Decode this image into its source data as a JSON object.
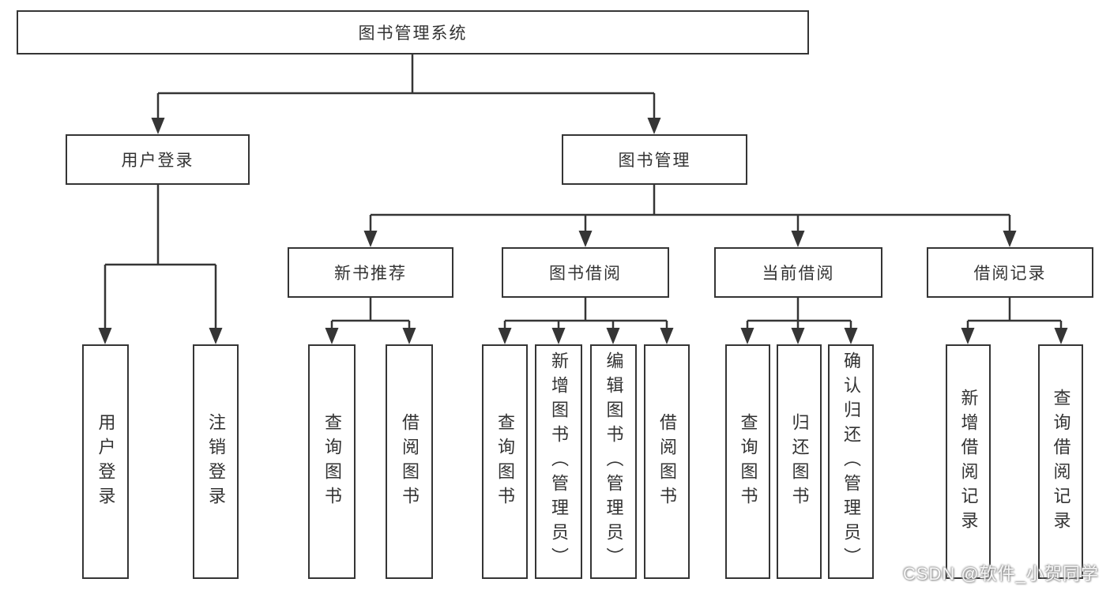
{
  "tree": {
    "root": {
      "label": "图书管理系统",
      "children": [
        {
          "label": "用户登录",
          "children": [
            {
              "label": "用户登录"
            },
            {
              "label": "注销登录"
            }
          ]
        },
        {
          "label": "图书管理",
          "children": [
            {
              "label": "新书推荐",
              "children": [
                {
                  "label": "查询图书"
                },
                {
                  "label": "借阅图书"
                }
              ]
            },
            {
              "label": "图书借阅",
              "children": [
                {
                  "label": "查询图书"
                },
                {
                  "label": "新增图书（管理员）"
                },
                {
                  "label": "编辑图书（管理员）"
                },
                {
                  "label": "借阅图书"
                }
              ]
            },
            {
              "label": "当前借阅",
              "children": [
                {
                  "label": "查询图书"
                },
                {
                  "label": "归还图书"
                },
                {
                  "label": "确认归还（管理员）"
                }
              ]
            },
            {
              "label": "借阅记录",
              "children": [
                {
                  "label": "新增借阅记录"
                },
                {
                  "label": "查询借阅记录"
                }
              ]
            }
          ]
        }
      ]
    }
  },
  "watermark": {
    "text": "CSDN @软件_小贺同学"
  },
  "style": {
    "line_color": "#353535",
    "box_border_color": "#353535",
    "text_color": "#333333",
    "background": "#ffffff",
    "watermark_color": "#f2f2f2"
  }
}
